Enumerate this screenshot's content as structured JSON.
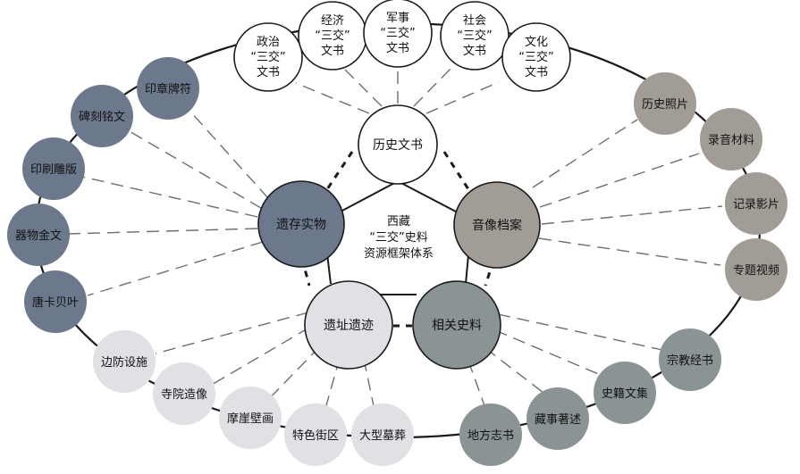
{
  "center": {
    "lines": [
      "西藏",
      "“三交”史料",
      "资源框架体系"
    ]
  },
  "hubs": {
    "docs": {
      "label": "历史文书",
      "fill": "#ffffff"
    },
    "relics": {
      "label": "遗存实物",
      "fill": "#6c798c"
    },
    "audiovisual": {
      "label": "音像档案",
      "fill": "#a29c96"
    },
    "sites": {
      "label": "遗址遗迹",
      "fill": "#dfe1e4"
    },
    "related": {
      "label": "相关史料",
      "fill": "#8b9494"
    }
  },
  "docs_leaves": [
    [
      "政治",
      "“三交”",
      "文书"
    ],
    [
      "经济",
      "“三交”",
      "文书"
    ],
    [
      "军事",
      "“三交”",
      "文书"
    ],
    [
      "社会",
      "“三交”",
      "文书"
    ],
    [
      "文化",
      "“三交”",
      "文书"
    ]
  ],
  "relics_leaves": [
    "印章牌符",
    "碑刻铭文",
    "印刷雕版",
    "器物金文",
    "唐卡贝叶"
  ],
  "audiovisual_leaves": [
    "历史照片",
    "录音材料",
    "记录影片",
    "专题视频"
  ],
  "sites_leaves": [
    "边防设施",
    "寺院造像",
    "摩崖壁画",
    "特色街区",
    "大型墓葬"
  ],
  "related_leaves": [
    "宗教经书",
    "史籍文集",
    "藏事著述",
    "地方志书"
  ]
}
